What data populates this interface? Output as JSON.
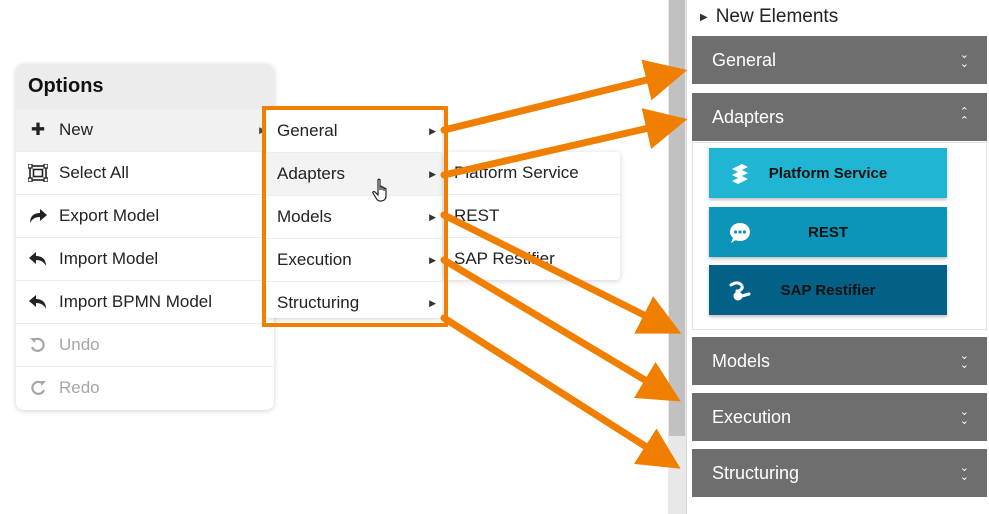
{
  "options": {
    "title": "Options",
    "items": [
      {
        "icon": "plus-icon",
        "label": "New",
        "has_submenu": true,
        "disabled": false
      },
      {
        "icon": "select-all-icon",
        "label": "Select All",
        "disabled": false
      },
      {
        "icon": "export-icon",
        "label": "Export Model",
        "disabled": false
      },
      {
        "icon": "import-icon",
        "label": "Import Model",
        "disabled": false
      },
      {
        "icon": "import-bpmn-icon",
        "label": "Import BPMN Model",
        "disabled": false
      },
      {
        "icon": "undo-icon",
        "label": "Undo",
        "disabled": true
      },
      {
        "icon": "redo-icon",
        "label": "Redo",
        "disabled": true
      }
    ]
  },
  "submenu_new": {
    "items": [
      {
        "label": "General"
      },
      {
        "label": "Adapters"
      },
      {
        "label": "Models"
      },
      {
        "label": "Execution"
      },
      {
        "label": "Structuring"
      }
    ]
  },
  "submenu_adapters": {
    "items": [
      {
        "label": "Platform Service"
      },
      {
        "label": "REST"
      },
      {
        "label": "SAP Restifier"
      }
    ]
  },
  "palette": {
    "title": "New Elements",
    "groups": [
      {
        "label": "General",
        "expanded": false
      },
      {
        "label": "Adapters",
        "expanded": true
      },
      {
        "label": "Models",
        "expanded": false
      },
      {
        "label": "Execution",
        "expanded": false
      },
      {
        "label": "Structuring",
        "expanded": false
      }
    ],
    "adapters": [
      {
        "label": "Platform Service",
        "icon": "platform-service-icon",
        "color": "#1fb5d3"
      },
      {
        "label": "REST",
        "icon": "chat-bubble-icon",
        "color": "#0c95b9"
      },
      {
        "label": "SAP Restifier",
        "icon": "sap-restifier-icon",
        "color": "#036187"
      }
    ]
  },
  "colors": {
    "highlight": "#f07f00",
    "group_header": "#6e6e6e"
  }
}
